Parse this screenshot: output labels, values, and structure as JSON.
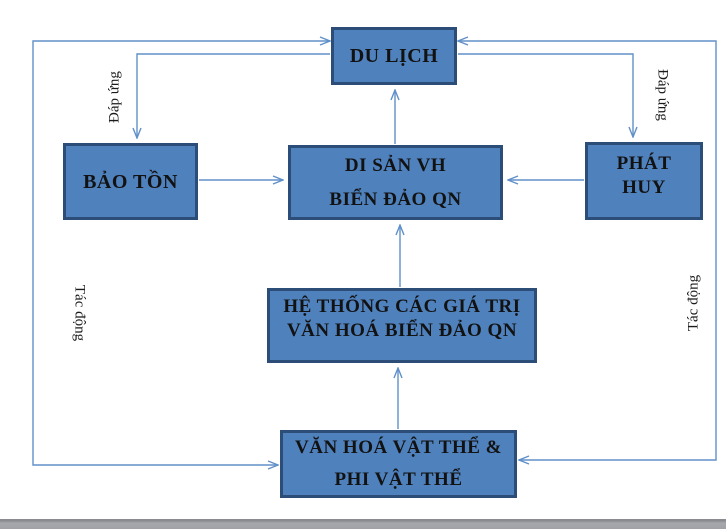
{
  "diagram": {
    "title": "Heritage tourism relationship diagram (Vietnamese)",
    "boxes": {
      "du_lich": {
        "line1": "DU LỊCH"
      },
      "bao_ton": {
        "line1": "BẢO TỒN"
      },
      "di_san": {
        "line1": "DI SẢN VH",
        "line2": "BIỂN ĐẢO QN"
      },
      "phat_huy": {
        "line1": "PHÁT",
        "line2": "HUY"
      },
      "he_thong": {
        "line1": "HỆ THỐNG CÁC GIÁ TRỊ",
        "line2": "VĂN HOÁ BIỂN ĐẢO QN"
      },
      "van_hoa": {
        "line1": "VĂN HOÁ VẬT THỂ &",
        "line2": "PHI VẬT THỂ"
      }
    },
    "edge_labels": {
      "dap_ung_left": "Đáp ứng",
      "dap_ung_right": "Đáp ứng",
      "tac_dong_left": "Tác động",
      "tac_dong_right": "Tác động"
    },
    "edges": [
      {
        "from": "DU LỊCH",
        "to": "BẢO TỒN",
        "label": "Đáp ứng",
        "style": "arrow-down"
      },
      {
        "from": "DU LỊCH",
        "to": "PHÁT HUY",
        "label": "Đáp ứng",
        "style": "arrow-down"
      },
      {
        "from": "BẢO TỒN",
        "to": "DI SẢN VH BIỂN ĐẢO QN",
        "label": "",
        "style": "arrow-right"
      },
      {
        "from": "PHÁT HUY",
        "to": "DI SẢN VH BIỂN ĐẢO QN",
        "label": "",
        "style": "arrow-left"
      },
      {
        "from": "DI SẢN VH BIỂN ĐẢO QN",
        "to": "DU LỊCH",
        "label": "",
        "style": "arrow-up"
      },
      {
        "from": "HỆ THỐNG CÁC GIÁ TRỊ VĂN HOÁ BIỂN ĐẢO QN",
        "to": "DI SẢN VH BIỂN ĐẢO QN",
        "label": "",
        "style": "arrow-up"
      },
      {
        "from": "VĂN HOÁ VẬT THỂ & PHI VẬT THỂ",
        "to": "HỆ THỐNG CÁC GIÁ TRỊ VĂN HOÁ BIỂN ĐẢO QN",
        "label": "",
        "style": "arrow-up"
      },
      {
        "from": "VĂN HOÁ VẬT THỂ & PHI VẬT THỂ",
        "to": "DU LỊCH",
        "label": "Tác động",
        "style": "double-arrow-left-side"
      },
      {
        "from": "VĂN HOÁ VẬT THỂ & PHI VẬT THỂ",
        "to": "DU LỊCH",
        "label": "Tác động",
        "style": "double-arrow-right-side"
      }
    ],
    "colors": {
      "box_fill": "#4f81bd",
      "box_border": "#2c4d78",
      "connector": "#6190c8",
      "text": "#121212",
      "taskbar_gray": "#a6a7ac",
      "background": "#ffffff"
    }
  }
}
